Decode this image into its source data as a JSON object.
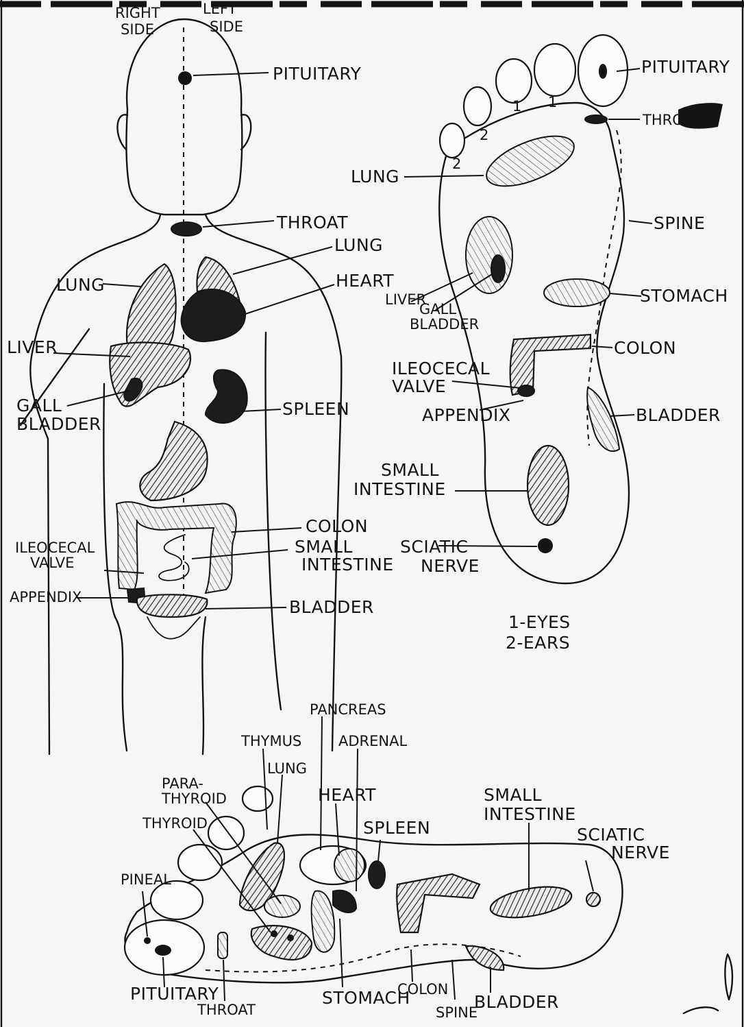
{
  "body_chart": {
    "side_labels": {
      "right": "RIGHT\nSIDE",
      "left": "LEFT\nSIDE"
    },
    "labels": {
      "pituitary": "PITUITARY",
      "throat": "THROAT",
      "lung_left": "LUNG",
      "lung_right": "LUNG",
      "heart": "HEART",
      "liver": "LIVER",
      "gall_bladder": "GALL\nBLADDER",
      "spleen": "SPLEEN",
      "colon": "COLON",
      "small_intestine": "SMALL\nINTESTINE",
      "ileocecal_valve": "ILEOCECAL\nVALVE",
      "appendix": "APPENDIX",
      "bladder": "BLADDER"
    }
  },
  "foot_sole": {
    "labels": {
      "pituitary": "PITUITARY",
      "throat": "THROAT",
      "lung": "LUNG",
      "spine": "SPINE",
      "liver": "LIVER",
      "gall_bladder": "GALL\nBLADDER",
      "stomach": "STOMACH",
      "colon": "COLON",
      "ileocecal_valve": "ILEOCECAL\nVALVE",
      "appendix": "APPENDIX",
      "bladder": "BLADDER",
      "small_intestine": "SMALL\nINTESTINE",
      "sciatic_nerve": "SCIATIC\nNERVE"
    },
    "toe_marks": {
      "eyes": "1",
      "ears": "2"
    },
    "legend": [
      "1-EYES",
      "2-EARS"
    ]
  },
  "foot_side": {
    "labels": {
      "pancreas": "PANCREAS",
      "thymus": "THYMUS",
      "adrenal": "ADRENAL",
      "lung": "LUNG",
      "parathyroid": "PARA-\nTHYROID",
      "heart": "HEART",
      "small_intestine": "SMALL\nINTESTINE",
      "thyroid": "THYROID",
      "spleen": "SPLEEN",
      "sciatic_nerve": "SCIATIC\nNERVE",
      "pineal": "PINEAL",
      "pituitary": "PITUITARY",
      "throat": "THROAT",
      "stomach": "STOMACH",
      "colon": "COLON",
      "spine": "SPINE",
      "bladder": "BLADDER"
    }
  }
}
